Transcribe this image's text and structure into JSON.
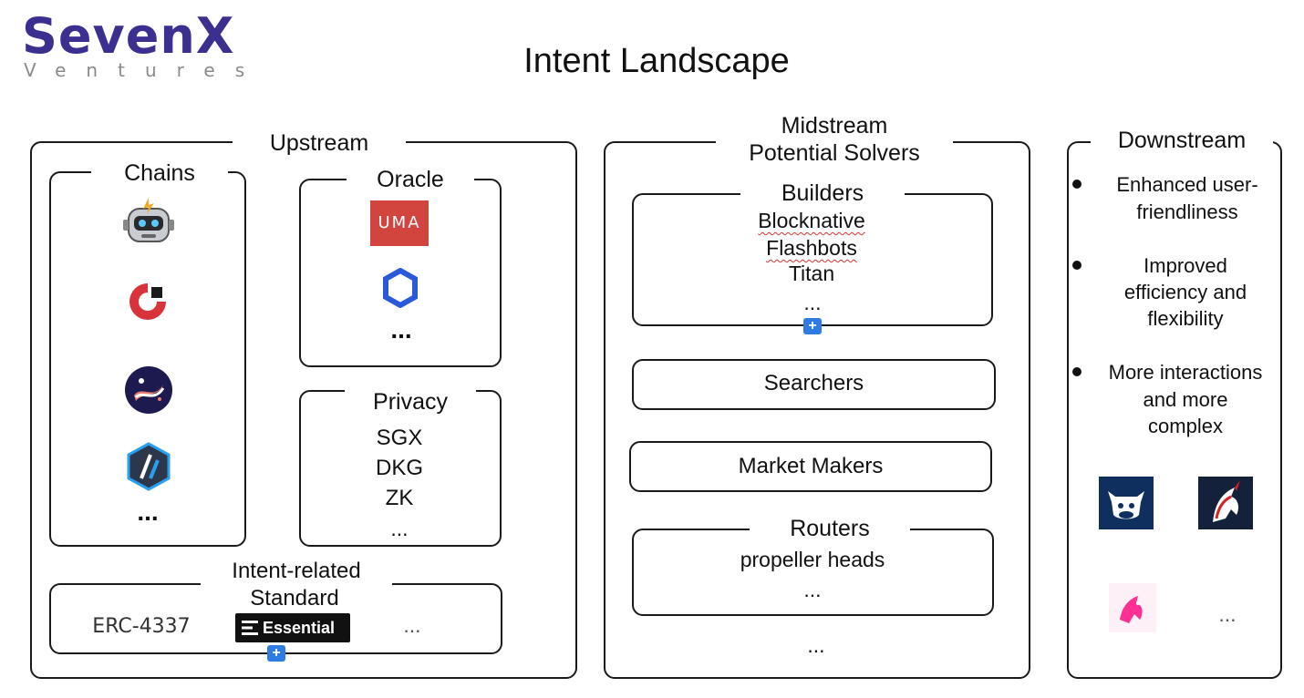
{
  "brand": {
    "name": "SevenX",
    "tagline": "Ventures"
  },
  "title": "Intent Landscape",
  "upstream": {
    "label": "Upstream",
    "chains": {
      "label": "Chains",
      "more": "..."
    },
    "oracle": {
      "label": "Oracle",
      "uma_text": "UMA",
      "more": "..."
    },
    "privacy": {
      "label": "Privacy",
      "items": [
        "SGX",
        "DKG",
        "ZK"
      ],
      "more": "..."
    },
    "standard": {
      "label_line1": "Intent-related",
      "label_line2": "Standard",
      "erc": "ERC-4337",
      "essential": "Essential",
      "more": "..."
    }
  },
  "midstream": {
    "label_line1": "Midstream",
    "label_line2": "Potential Solvers",
    "builders": {
      "label": "Builders",
      "items": [
        "Blocknative",
        "Flashbots",
        "Titan"
      ],
      "more": "..."
    },
    "searchers": "Searchers",
    "market_makers": "Market Makers",
    "routers": {
      "label": "Routers",
      "item": "propeller heads",
      "more": "..."
    },
    "more": "..."
  },
  "downstream": {
    "label": "Downstream",
    "bullets": [
      {
        "line1": "Enhanced user-",
        "line2": "friendliness"
      },
      {
        "line1": "Improved",
        "line2": "efficiency and",
        "line3": "flexibility"
      },
      {
        "line1": "More interactions",
        "line2": "and more",
        "line3": "complex"
      }
    ],
    "more": "..."
  },
  "plus_symbol": "+",
  "colors": {
    "brand": "#3b2f8f",
    "uma": "#d2453f",
    "chainlink": "#2a5ada",
    "plus": "#2e7be4",
    "cow": "#0f2f5e"
  }
}
